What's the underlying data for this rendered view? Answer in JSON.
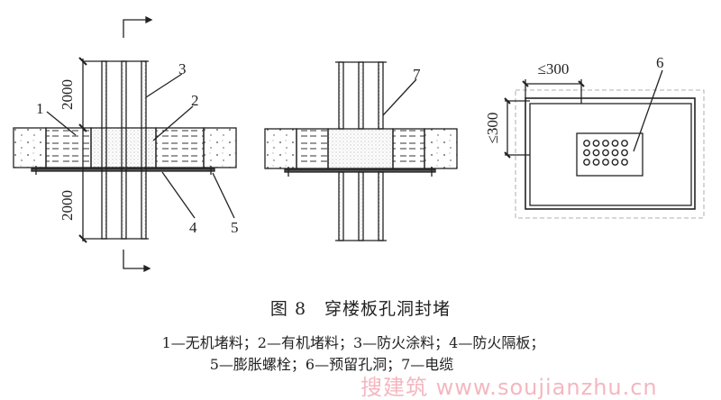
{
  "figure": {
    "title": "图 8　穿楼板孔洞封堵",
    "legend_line1": "1—无机堵料；2—有机堵料；3—防火涂料；4—防火隔板；",
    "legend_line2": "5—膨胀螺栓；6—预留孔洞；7—电缆"
  },
  "labels": {
    "n1": "1",
    "n2": "2",
    "n3": "3",
    "n4": "4",
    "n5": "5",
    "n6": "6",
    "n7": "7",
    "dim_top": "2000",
    "dim_bottom": "2000",
    "dim_h": "≤300",
    "dim_v": "≤300"
  },
  "watermark": "搜建筑 www.soujianzhu.cn"
}
